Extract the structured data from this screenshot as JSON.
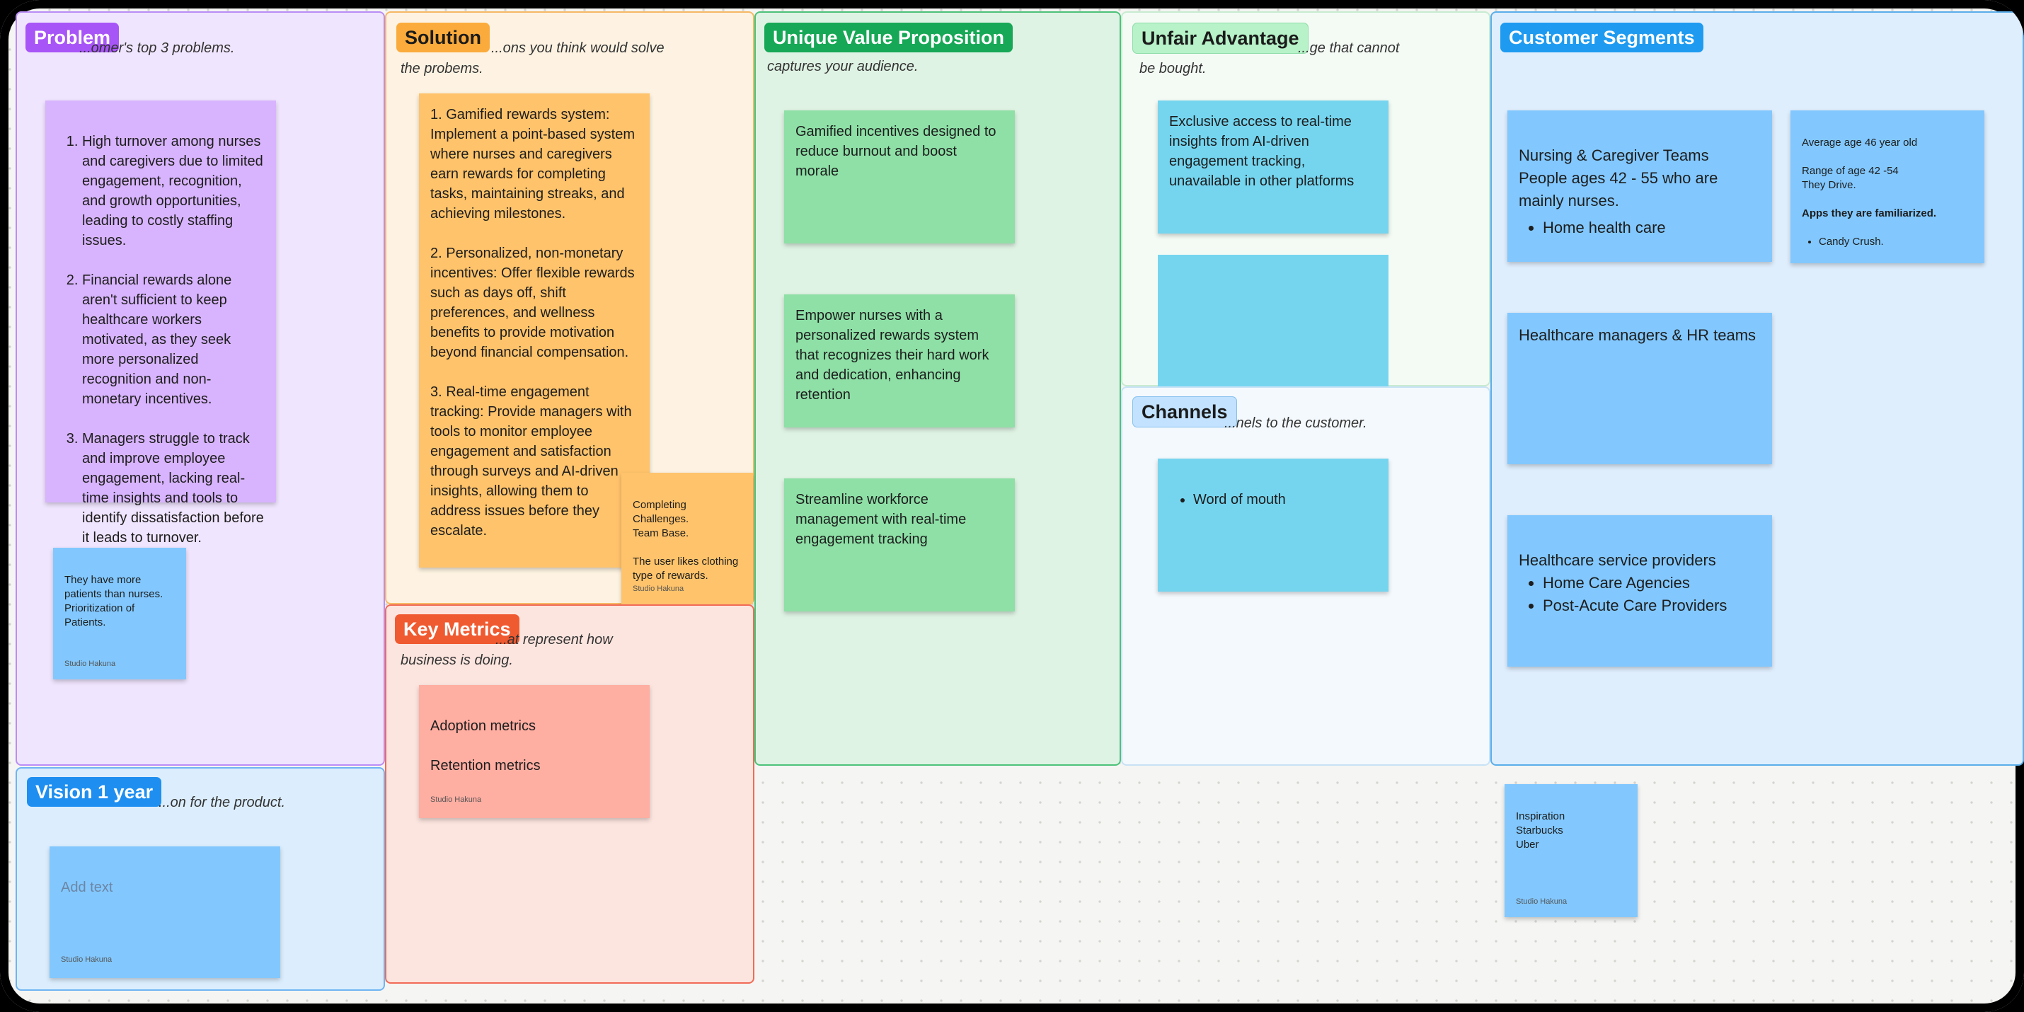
{
  "sections": {
    "problem": {
      "tag": "Problem",
      "desc": "...omer's top 3 problems.",
      "items": [
        "High turnover among nurses and caregivers due to limited engagement, recognition, and growth opportunities, leading to costly staffing issues.",
        "Financial rewards alone aren't sufficient to keep healthcare workers motivated, as they seek more personalized recognition and non-monetary incentives.",
        "Managers struggle to track and improve employee engagement, lacking real-time insights and tools to identify dissatisfaction before it leads to turnover."
      ],
      "note2": "They have more patients than nurses.\nPrioritization of Patients.",
      "note2_sign": "Studio Hakuna"
    },
    "solution": {
      "tag": "Solution",
      "desc_line1": "...ons you think would solve",
      "desc_line2": "the probems.",
      "note": "1. Gamified rewards system: Implement a point-based system where nurses and caregivers earn rewards for completing tasks, maintaining streaks, and achieving milestones.\n\n2. Personalized, non-monetary incentives: Offer flexible rewards such as days off, shift preferences, and wellness benefits to provide motivation beyond financial compensation.\n\n3. Real-time engagement tracking: Provide managers with tools to monitor employee engagement and satisfaction through surveys and AI-driven insights, allowing them to address issues before they escalate.",
      "note2": "Completing Challenges.\nTeam Base.\n\nThe user likes clothing type of rewards.",
      "note2_sign": "Studio Hakuna"
    },
    "uvp": {
      "tag": "Unique Value Proposition",
      "desc": "captures your audience.",
      "notes": [
        "Gamified incentives designed to reduce burnout and boost morale",
        "Empower nurses with a personalized rewards system that recognizes their hard work and dedication, enhancing retention",
        "Streamline workforce management with real-time engagement tracking"
      ]
    },
    "unfair": {
      "tag": "Unfair Advantage",
      "desc_line1": "...ge that cannot",
      "desc_line2": "be bought.",
      "notes": [
        "Exclusive access to real-time insights from AI-driven engagement tracking, unavailable in other platforms",
        ""
      ]
    },
    "channels": {
      "tag": "Channels",
      "desc": "...nels to the customer.",
      "items": [
        "Word of mouth"
      ]
    },
    "segments": {
      "tag": "Customer Segments",
      "note1_title": "Nursing & Caregiver Teams\nPeople ages 42 - 55 who are mainly nurses.",
      "note1_items": [
        "Home health care"
      ],
      "note_small_lines": "Average age 46 year old\n\nRange of age 42 -54\nThey Drive.",
      "note_small_bold": "Apps they are familiarized.",
      "note_small_items": [
        "Candy Crush."
      ],
      "note2": "Healthcare managers & HR teams",
      "note3_title": "Healthcare service providers",
      "note3_items": [
        "Home Care Agencies",
        "Post-Acute Care Providers"
      ]
    },
    "metrics": {
      "tag": "Key Metrics",
      "desc_line1": "...at represent how",
      "desc_line2": "business is doing.",
      "note": "Adoption metrics\n\nRetention metrics",
      "note_sign": "Studio Hakuna"
    },
    "vision": {
      "tag": "Vision 1 year",
      "desc": "...on for the product.",
      "placeholder": "Add text",
      "sign": "Studio Hakuna"
    }
  },
  "outside_note": {
    "text": "Inspiration\nStarbucks\nUber",
    "sign": "Studio Hakuna"
  },
  "colors": {
    "problem_tag": "#a855f7",
    "solution_tag": "#fbab3c",
    "uvp_tag": "#16a856",
    "unfair_tag": "#b7f2c8",
    "channels_tag": "#c2e2ff",
    "segments_tag": "#1e9bf0",
    "metrics_tag": "#f05a30",
    "vision_tag": "#1e8ff0"
  }
}
